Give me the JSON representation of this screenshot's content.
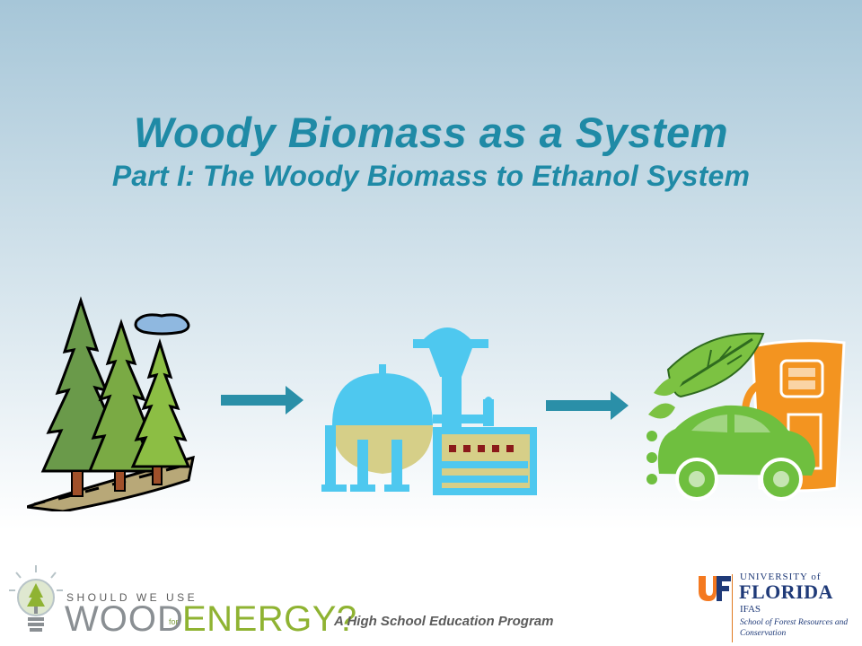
{
  "slide": {
    "title": "Woody Biomass as a System",
    "subtitle": "Part I: The Woody Biomass to Ethanol System"
  },
  "illustrations": {
    "step1": "forest-trees-icon",
    "step2": "biorefinery-plant-icon",
    "step3": "green-car-fuel-pump-icon",
    "arrow_color": "#2a8fa8"
  },
  "footer": {
    "should_we_use": "SHOULD WE USE",
    "wood": "WOOD",
    "for": "for",
    "energy": "ENERGY?",
    "program": "A High School Education Program",
    "uf_university": "UNIVERSITY of",
    "uf_florida": "FLORIDA",
    "uf_ifas": "IFAS",
    "uf_school": "School of Forest Resources and Conservation"
  },
  "colors": {
    "title": "#1f8aa6",
    "wood_gray": "#8a8f93",
    "energy_green": "#8fb332",
    "uf_blue": "#1f3a78",
    "uf_orange": "#e07a20"
  }
}
